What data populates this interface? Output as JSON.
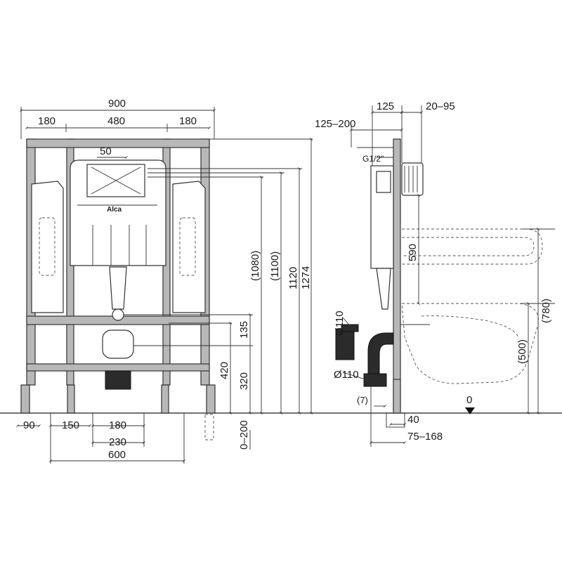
{
  "brand": "Alca",
  "front_view": {
    "top_dims": [
      "900",
      "180",
      "480",
      "180"
    ],
    "flush_dim": "50",
    "vertical_dims": [
      "(1080)",
      "(1100)",
      "1120",
      "1274",
      "135",
      "420",
      "320"
    ],
    "bottom_dims": [
      "90",
      "150",
      "180",
      "230",
      "600"
    ],
    "leg_adjust": "0–200"
  },
  "side_view": {
    "top_dims": [
      "125",
      "20–95",
      "125–200"
    ],
    "supply_label": "G1/2\"",
    "pipe_labels": [
      "Ø110",
      "Ø110"
    ],
    "vertical_dims": [
      "590",
      "(780)",
      "(500)"
    ],
    "floor_mark": "0",
    "gap_dim": "(7)",
    "bottom_dims": [
      "40",
      "75–168"
    ]
  }
}
